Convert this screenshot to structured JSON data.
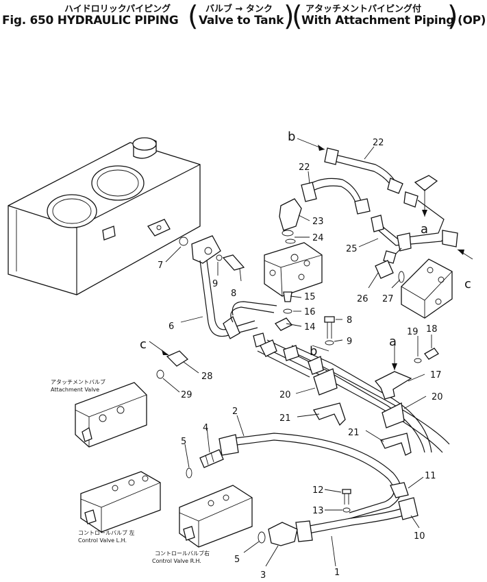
{
  "header": {
    "jp_main": "ハイドロリックパイピング",
    "jp_sub1": "バルブ → タンク",
    "jp_sub2": "アタッチメントパイピング付",
    "fig_label": "Fig. 650 HYDRAULIC PIPING",
    "en_sub1": "Valve to Tank",
    "en_sub2": "With Attachment Piping",
    "suffix": "(OP)"
  },
  "captions": {
    "attachment_valve_jp": "アタッチメントバルブ",
    "attachment_valve_en": "Attachment Valve",
    "control_lh_jp": "コントロールバルブ 左",
    "control_lh_en": "Control Valve L.H.",
    "control_rh_jp": "コントロールバルブ右",
    "control_rh_en": "Control Valve R.H."
  },
  "letters": {
    "b_top": "b",
    "b_mid": "b",
    "a_top": "a",
    "a_mid": "a",
    "c_right": "c",
    "c_left": "c"
  },
  "callouts": {
    "n22a": "22",
    "n22b": "22",
    "n23": "23",
    "n24": "24",
    "n25": "25",
    "n26": "26",
    "n27": "27",
    "n7": "7",
    "n9a": "9",
    "n8a": "8",
    "n15": "15",
    "n16": "16",
    "n14": "14",
    "n8b": "8",
    "n9b": "9",
    "n6": "6",
    "n18": "18",
    "n19": "19",
    "n17": "17",
    "n28": "28",
    "n29": "29",
    "n20a": "20",
    "n20b": "20",
    "n21a": "21",
    "n21b": "21",
    "n2": "2",
    "n4": "4",
    "n5a": "5",
    "n11": "11",
    "n12": "12",
    "n13": "13",
    "n10": "10",
    "n5b": "5",
    "n3": "3",
    "n1": "1"
  }
}
